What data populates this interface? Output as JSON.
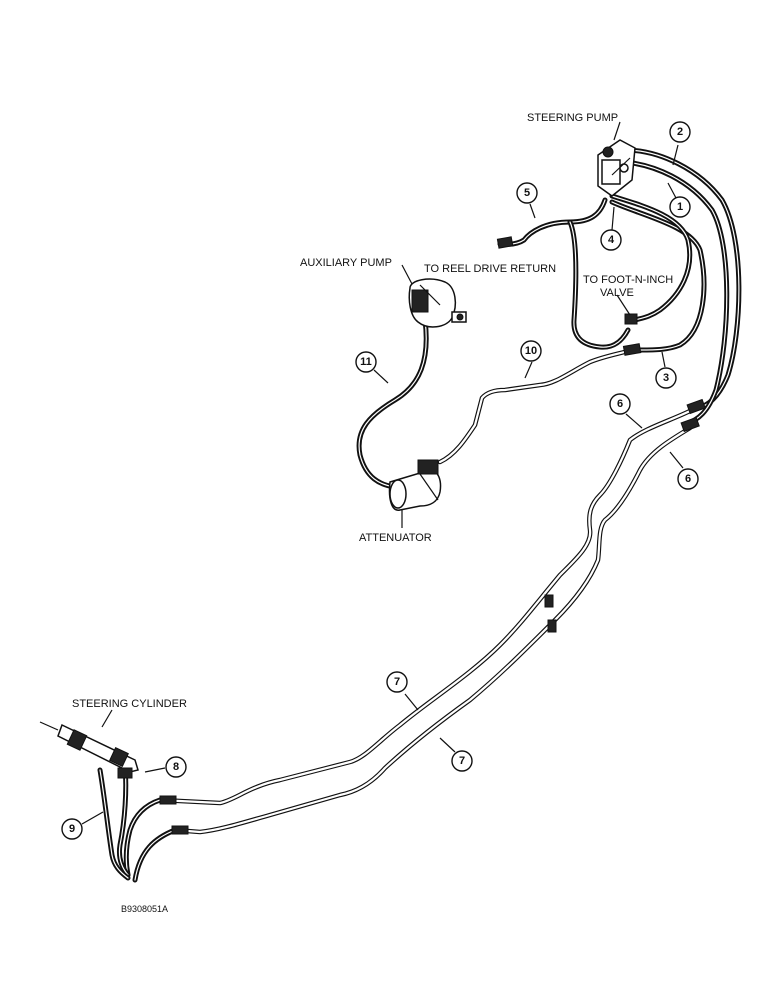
{
  "labels": {
    "steering_pump": "STEERING PUMP",
    "auxiliary_pump": "AUXILIARY PUMP",
    "to_reel_drive_return": "TO REEL DRIVE RETURN",
    "to_foot_n_inch_line1": "TO FOOT-N-INCH",
    "to_foot_n_inch_line2": "VALVE",
    "attenuator": "ATTENUATOR",
    "steering_cylinder": "STEERING CYLINDER",
    "drawing_number": "B9308051A"
  },
  "callouts": {
    "c1": "1",
    "c2": "2",
    "c3": "3",
    "c4": "4",
    "c5": "5",
    "c6a": "6",
    "c6b": "6",
    "c7a": "7",
    "c7b": "7",
    "c8": "8",
    "c9": "9",
    "c10": "10",
    "c11": "11"
  }
}
